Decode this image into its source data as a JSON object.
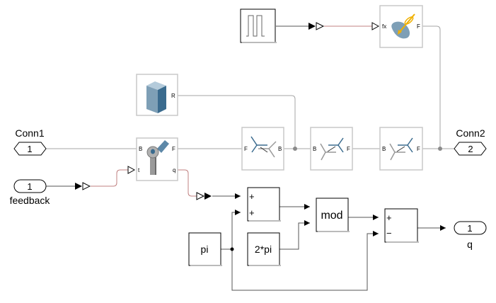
{
  "diagram": {
    "ports": {
      "conn1": {
        "name": "Conn1",
        "number": "1"
      },
      "conn2": {
        "name": "Conn2",
        "number": "2"
      },
      "feedback_in": {
        "name": "feedback",
        "number": "1"
      },
      "q_out": {
        "name": "q",
        "number": "1"
      }
    },
    "blocks": {
      "pulse_generator": {
        "icon": "pulse-wave-icon"
      },
      "external_force_torque": {
        "icon": "force-torque-icon",
        "in_port": "fx",
        "out_port": "F"
      },
      "world_frame": {
        "icon": "solid-box-icon",
        "out_port": "R"
      },
      "revolute_joint": {
        "icon": "revolute-joint-icon",
        "port_B": "B",
        "port_F": "F",
        "port_t": "t",
        "port_q": "q"
      },
      "transform_1": {
        "icon": "rigid-transform-icon",
        "port_left": "F",
        "port_right": "B"
      },
      "transform_2": {
        "icon": "rigid-transform-icon",
        "port_left": "B",
        "port_right": "F"
      },
      "transform_3": {
        "icon": "rigid-transform-icon",
        "port_left": "B",
        "port_right": "F"
      },
      "sum_1": {
        "signs": [
          "+",
          "+"
        ]
      },
      "mod": {
        "label": "mod"
      },
      "sum_2": {
        "signs": [
          "+",
          "−"
        ]
      },
      "const_pi": {
        "label": "pi"
      },
      "const_2pi": {
        "label": "2*pi"
      }
    },
    "colors": {
      "physical_line": "#a6a6a6",
      "signal_line": "#555555",
      "converter_line": "#c08080",
      "block_border_physical": "#c8c8c8",
      "icon_blue": "#3a6b8e",
      "icon_light_blue": "#7e9fb6",
      "force_arrow": "#f0b000"
    }
  }
}
